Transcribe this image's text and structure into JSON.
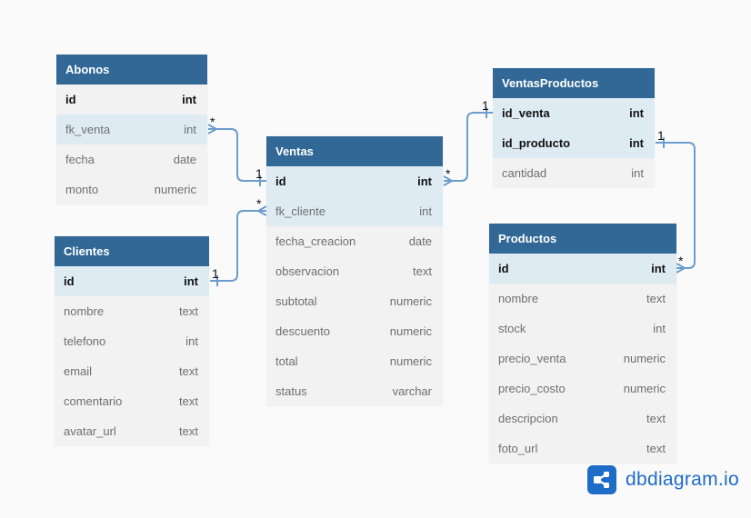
{
  "tables": {
    "abonos": {
      "name": "Abonos",
      "fields": [
        {
          "name": "id",
          "type": "int"
        },
        {
          "name": "fk_venta",
          "type": "int"
        },
        {
          "name": "fecha",
          "type": "date"
        },
        {
          "name": "monto",
          "type": "numeric"
        }
      ]
    },
    "clientes": {
      "name": "Clientes",
      "fields": [
        {
          "name": "id",
          "type": "int"
        },
        {
          "name": "nombre",
          "type": "text"
        },
        {
          "name": "telefono",
          "type": "int"
        },
        {
          "name": "email",
          "type": "text"
        },
        {
          "name": "comentario",
          "type": "text"
        },
        {
          "name": "avatar_url",
          "type": "text"
        }
      ]
    },
    "ventas": {
      "name": "Ventas",
      "fields": [
        {
          "name": "id",
          "type": "int"
        },
        {
          "name": "fk_cliente",
          "type": "int"
        },
        {
          "name": "fecha_creacion",
          "type": "date"
        },
        {
          "name": "observacion",
          "type": "text"
        },
        {
          "name": "subtotal",
          "type": "numeric"
        },
        {
          "name": "descuento",
          "type": "numeric"
        },
        {
          "name": "total",
          "type": "numeric"
        },
        {
          "name": "status",
          "type": "varchar"
        }
      ]
    },
    "ventasproductos": {
      "name": "VentasProductos",
      "fields": [
        {
          "name": "id_venta",
          "type": "int"
        },
        {
          "name": "id_producto",
          "type": "int"
        },
        {
          "name": "cantidad",
          "type": "int"
        }
      ]
    },
    "productos": {
      "name": "Productos",
      "fields": [
        {
          "name": "id",
          "type": "int"
        },
        {
          "name": "nombre",
          "type": "text"
        },
        {
          "name": "stock",
          "type": "int"
        },
        {
          "name": "precio_venta",
          "type": "numeric"
        },
        {
          "name": "precio_costo",
          "type": "numeric"
        },
        {
          "name": "descripcion",
          "type": "text"
        },
        {
          "name": "foto_url",
          "type": "text"
        }
      ]
    }
  },
  "relations": {
    "abonos_ventas": {
      "many": "*",
      "one": "1"
    },
    "clientes_ventas": {
      "many": "*",
      "one": "1"
    },
    "ventas_ventasproductos": {
      "many": "*",
      "one": "1"
    },
    "ventasproductos_productos": {
      "one": "1",
      "many": "*"
    }
  },
  "colors": {
    "header": "#316896",
    "highlight_row": "#deebf3",
    "body": "#f2f2f2",
    "link": "#6b9ccc",
    "brand": "#1e6cc8"
  },
  "logo": {
    "text": "dbdiagram.io",
    "icon": "share-nodes-icon"
  }
}
